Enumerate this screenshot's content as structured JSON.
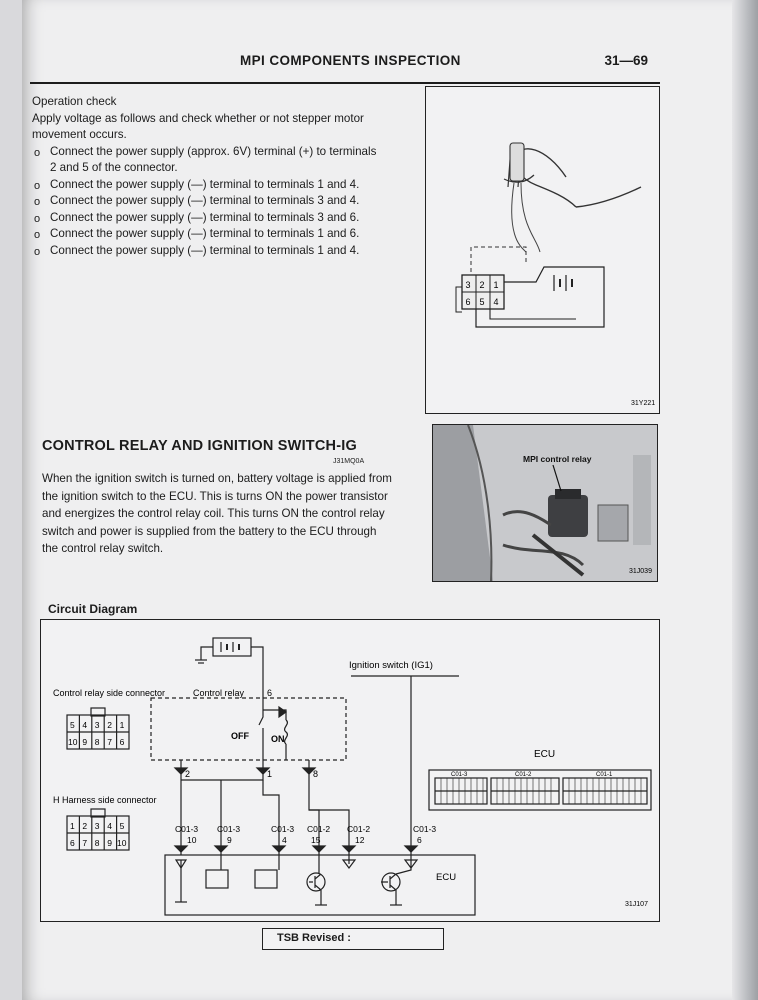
{
  "header": {
    "title": "MPI COMPONENTS INSPECTION",
    "page_number": "31—69"
  },
  "operation": {
    "heading": "Operation check",
    "intro": "Apply voltage as follows and check whether or not stepper motor movement occurs.",
    "items": [
      "Connect the power supply (approx. 6V) terminal (+) to terminals 2 and 5 of the connector.",
      "Connect the power supply (—) terminal to terminals 1 and 4.",
      "Connect the power supply (—) terminal to terminals 3 and 4.",
      "Connect the power supply (—) terminal to terminals 3 and 6.",
      "Connect the power supply (—) terminal to terminals 1 and 6.",
      "Connect the power supply (—) terminal to terminals 1 and 4."
    ]
  },
  "figure1": {
    "code": "31Y221",
    "pins_top": [
      "3",
      "2",
      "1"
    ],
    "pins_bottom": [
      "6",
      "5",
      "4"
    ]
  },
  "section": {
    "title": "CONTROL RELAY AND IGNITION SWITCH-IG",
    "code": "J31MQ0A",
    "body": "When the ignition switch is turned on, battery voltage is applied from the ignition switch to the ECU. This is turns ON the power transistor and energizes the control relay coil. This turns ON the control relay switch and power is supplied from the battery to the ECU through the control relay switch."
  },
  "figure2": {
    "label": "MPI control relay",
    "code": "31J039"
  },
  "circuit": {
    "title": "Circuit Diagram",
    "ignition_label": "Ignition switch (IG1)",
    "relay_connector_label": "Control relay side connector",
    "relay_label": "Control relay",
    "relay_conn_top": [
      "5",
      "4",
      "3",
      "2",
      "1"
    ],
    "relay_conn_bottom": [
      "10",
      "9",
      "8",
      "7",
      "6"
    ],
    "harness_label": "H Harness side connector",
    "harness_conn_top": [
      "1",
      "2",
      "3",
      "4",
      "5"
    ],
    "harness_conn_bottom": [
      "6",
      "7",
      "8",
      "9",
      "10"
    ],
    "off_label": "OFF",
    "on_label": "ON",
    "term_6": "6",
    "term_2": "2",
    "term_1": "1",
    "term_8": "8",
    "ecu_label": "ECU",
    "ecu_inner_label": "ECU",
    "ecu_conn_c013": "C01-3",
    "ecu_conn_c012": "C01-2",
    "ecu_conn_c011": "C01-1",
    "pins": [
      {
        "conn": "C01-3",
        "pin": "10"
      },
      {
        "conn": "C01-3",
        "pin": "9"
      },
      {
        "conn": "C01-3",
        "pin": "4"
      },
      {
        "conn": "C01-2",
        "pin": "15"
      },
      {
        "conn": "C01-2",
        "pin": "12"
      },
      {
        "conn": "C01-3",
        "pin": "6"
      }
    ],
    "code": "31J107"
  },
  "tsb": {
    "label": "TSB Revised :"
  }
}
